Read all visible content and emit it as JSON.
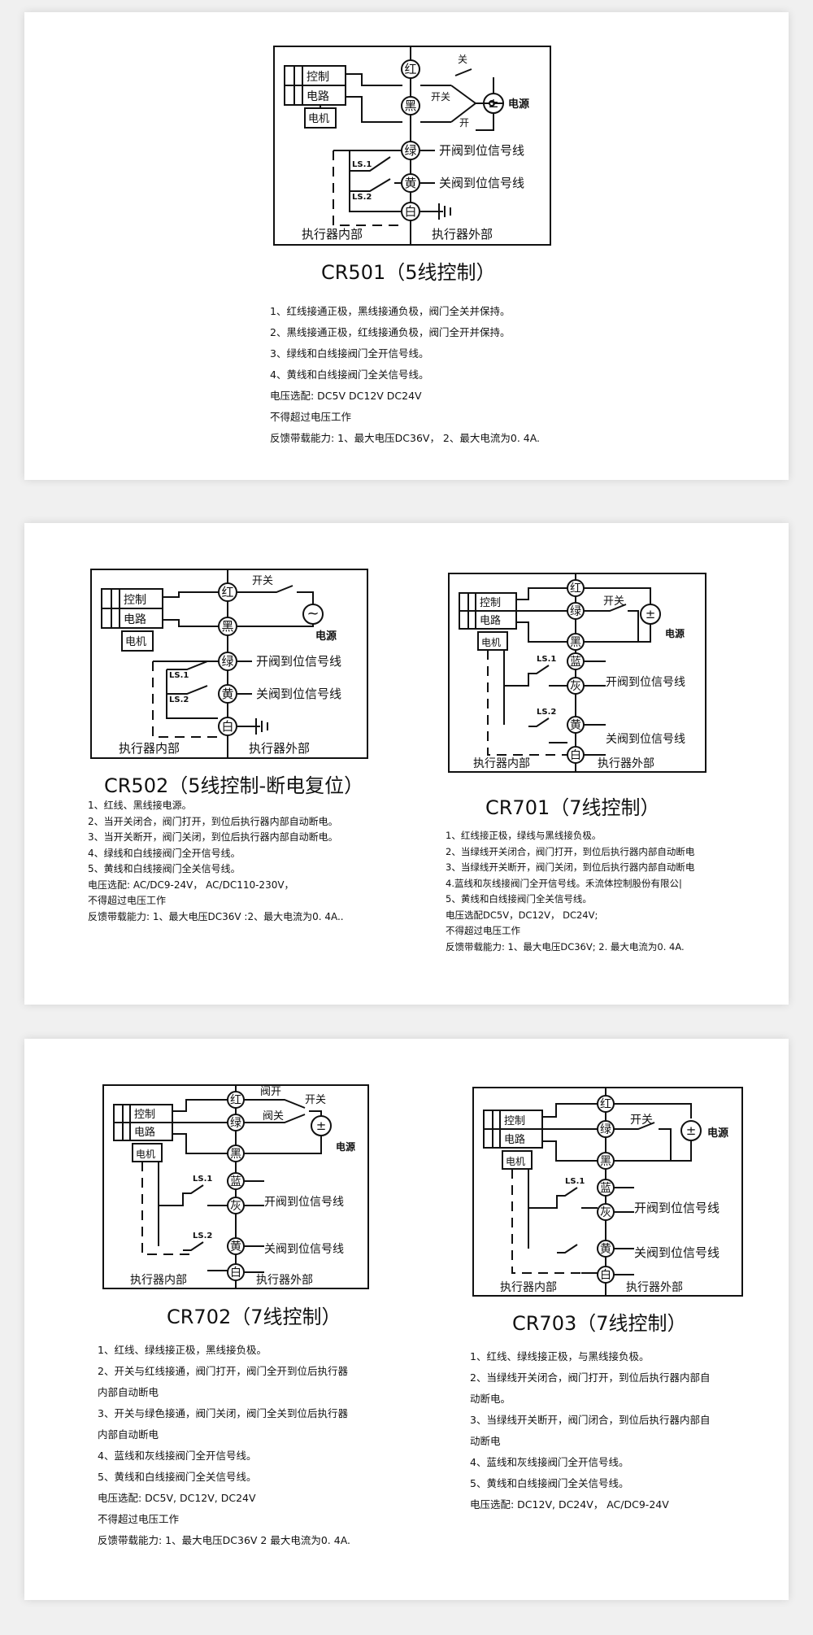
{
  "common": {
    "control": "控制",
    "circuit": "电路",
    "motor": "电机",
    "switch": "开关",
    "power": "电源",
    "inside": "执行器内部",
    "outside": "执行器外部",
    "ls1": "LS.1",
    "ls2": "LS.2",
    "open_signal": "开阀到位信号线",
    "close_signal": "关阀到位信号线",
    "plus_minus": "±",
    "ac": "~",
    "wires": {
      "red": "红",
      "black": "黑",
      "green": "绿",
      "yellow": "黄",
      "white": "白",
      "blue": "蓝",
      "gray": "灰"
    }
  },
  "cr501": {
    "title": "CR501（5线控制）",
    "off_label": "关",
    "on_label": "开",
    "notes": [
      "1、红线接通正极，黑线接通负极，阀门全关并保持。",
      "2、黑线接通正极，红线接通负极，阀门全开并保持。",
      "3、绿线和白线接阀门全开信号线。",
      "4、黄线和白线接阀门全关信号线。",
      "电压选配: DC5V  DC12V  DC24V",
      "不得超过电压工作",
      "反馈带载能力: 1、最大电压DC36V，  2、最大电流为0. 4A."
    ]
  },
  "cr502": {
    "title": "CR502（5线控制-断电复位）",
    "notes": [
      "1、红线、黑线接电源。",
      "2、当开关闭合，阀门打开，到位后执行器内部自动断电。",
      "3、当开关断开，阀门关闭，到位后执行器内部自动断电。",
      "4、绿线和白线接阀门全开信号线。",
      "5、黄线和白线接阀门全关信号线。",
      "电压选配: AC/DC9-24V，  AC/DC110-230V，",
      "不得超过电压工作",
      "反馈带载能力: 1、最大电压DC36V :2、最大电流为0. 4A.."
    ]
  },
  "cr701": {
    "title": "CR701（7线控制）",
    "notes": [
      "1、红线接正极，绿线与黑线接负极。",
      "2、当绿线开关闭合，阀门打开，到位后执行器内部自动断电",
      "3、当绿线开关断开，阀门关闭，到位后执行器内部自动断电",
      "4.蓝线和灰线接阀门全开信号线。禾流体控制股份有限公|",
      "5、黄线和白线接阀门全关信号线。",
      "电压选配DC5V，DC12V， DC24V;",
      "不得超过电压工作",
      "反馈带载能力: 1、最大电压DC36V; 2. 最大电流为0. 4A."
    ]
  },
  "cr702": {
    "title": "CR702（7线控制）",
    "valve_open": "阀开",
    "valve_close": "阀关",
    "notes": [
      "1、红线、绿线接正极，黑线接负极。",
      "2、开关与红线接通，阀门打开，阀门全开到位后执行器",
      "内部自动断电",
      "3、开关与绿色接通，阀门关闭，阀门全关到位后执行器",
      "内部自动断电",
      "4、蓝线和灰线接阀门全开信号线。",
      "5、黄线和白线接阀门全关信号线。",
      "电压选配: DC5V, DC12V, DC24V",
      "不得超过电压工作",
      "反馈带载能力: 1、最大电压DC36V  2 最大电流为0. 4A."
    ]
  },
  "cr703": {
    "title": "CR703（7线控制）",
    "notes": [
      "1、红线、绿线接正极，与黑线接负极。",
      "2、当绿线开关闭合，阀门打开，到位后执行器内部自",
      "动断电。",
      "3、当绿线开关断开，阀门闭合，到位后执行器内部自",
      "动断电",
      "4、蓝线和灰线接阀门全开信号线。",
      "5、黄线和白线接阀门全关信号线。",
      "电压选配: DC12V, DC24V，  AC/DC9-24V"
    ]
  }
}
